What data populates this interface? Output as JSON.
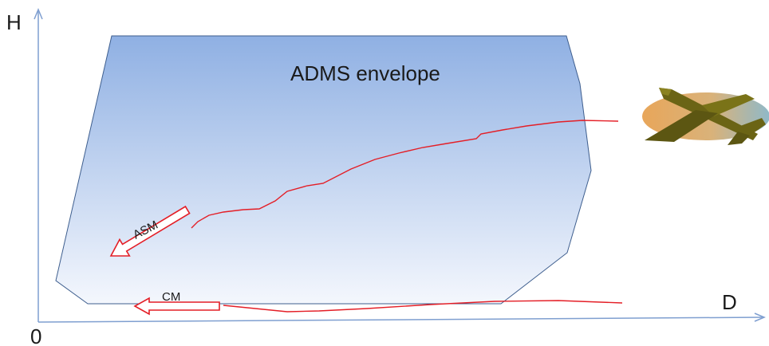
{
  "axes": {
    "y_label": "H",
    "x_label": "D",
    "origin_label": "0"
  },
  "envelope": {
    "label": "ADMS envelope"
  },
  "arrows": {
    "asm_label": "ASM",
    "cm_label": "CM"
  },
  "colors": {
    "axis": "#7f9fd0",
    "envelope_top": "#8fb0e3",
    "envelope_bottom": "#f4f7fd",
    "envelope_stroke": "#3e5e8e",
    "trajectory": "#e41e26",
    "aircraft": "#6b6415",
    "aircraft_halo_left": "#e8a65a",
    "aircraft_halo_right": "#8fb9c9"
  },
  "icons": {
    "aircraft": "aircraft-icon"
  }
}
